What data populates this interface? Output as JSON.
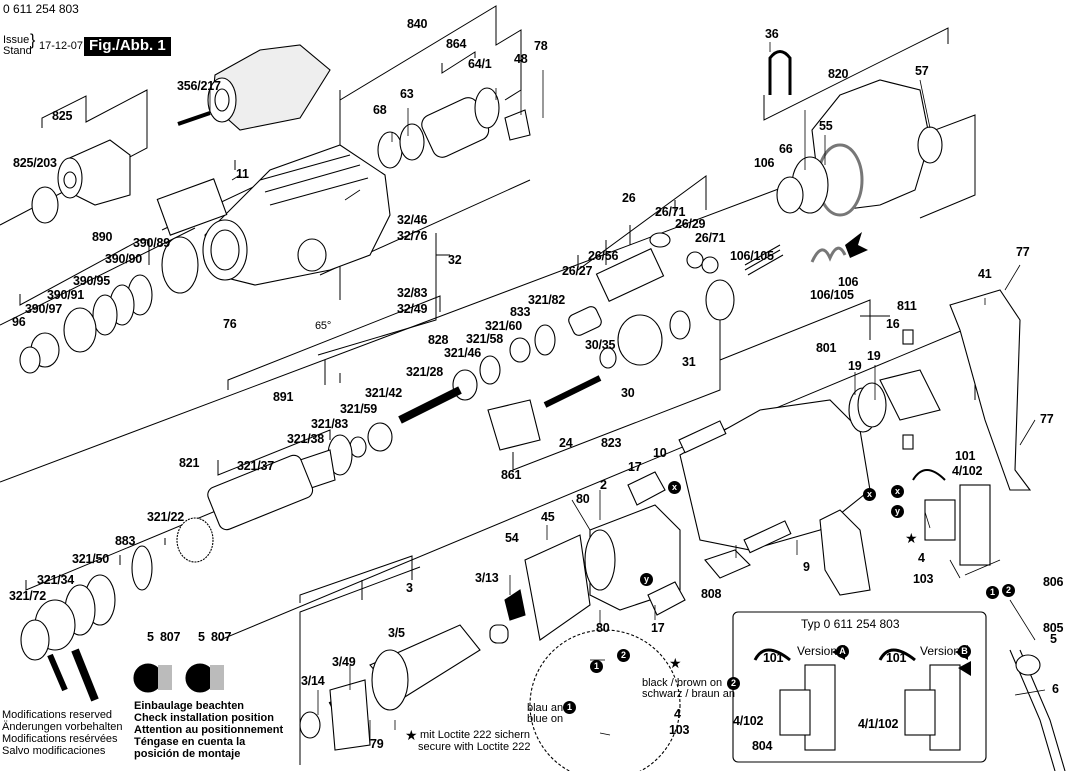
{
  "header": {
    "part_number": "0 611 254 803",
    "issue_label": "Issue",
    "stand_label": "Stand",
    "date": "17-12-07",
    "figure_label": "Fig./Abb. 1"
  },
  "callouts": {
    "c356_217": "356/217",
    "c825": "825",
    "c825_203": "825/203",
    "c840": "840",
    "c864": "864",
    "c64_1": "64/1",
    "c48": "48",
    "c78": "78",
    "c68": "68",
    "c63": "63",
    "c11": "11",
    "c36": "36",
    "c820": "820",
    "c57": "57",
    "c55": "55",
    "c66": "66",
    "c106a": "106",
    "c890": "890",
    "c390_89": "390/89",
    "c390_90": "390/90",
    "c390_95": "390/95",
    "c390_91": "390/91",
    "c390_97": "390/97",
    "c96": "96",
    "c76": "76",
    "c32_46": "32/46",
    "c32_76": "32/76",
    "c32": "32",
    "c32_83": "32/83",
    "c32_49": "32/49",
    "c65deg": "65°",
    "c26": "26",
    "c26_71a": "26/71",
    "c26_29": "26/29",
    "c26_71b": "26/71",
    "c26_56": "26/56",
    "c26_27": "26/27",
    "c106_105a": "106/105",
    "c106b": "106",
    "c106_105b": "106/105",
    "c77a": "77",
    "c41": "41",
    "c811": "811",
    "c16": "16",
    "c801": "801",
    "c19a": "19",
    "c19b": "19",
    "c77b": "77",
    "c828": "828",
    "c321_82": "321/82",
    "c833": "833",
    "c321_60": "321/60",
    "c321_58": "321/58",
    "c321_46": "321/46",
    "c321_28": "321/28",
    "c30_35": "30/35",
    "c31": "31",
    "c30": "30",
    "c891": "891",
    "c321_83": "321/83",
    "c321_38": "321/38",
    "c321_42": "321/42",
    "c321_59": "321/59",
    "c24": "24",
    "c823": "823",
    "c861": "861",
    "c10": "10",
    "c821": "821",
    "c321_37": "321/37",
    "c321_22": "321/22",
    "c883": "883",
    "c321_50": "321/50",
    "c321_34": "321/34",
    "c321_72": "321/72",
    "c17a": "17",
    "c80a": "80",
    "c2": "2",
    "c45": "45",
    "c54": "54",
    "c3_13": "3/13",
    "c80b": "80",
    "c17b": "17",
    "c808": "808",
    "c9": "9",
    "c101": "101",
    "c4_102": "4/102",
    "c4": "4",
    "c103": "103",
    "c806": "806",
    "c805": "805",
    "c5b": "5",
    "c6": "6",
    "c3": "3",
    "c3_5": "3/5",
    "c3_49": "3/49",
    "c3_14": "3/14",
    "c79": "79",
    "c5_1": "5",
    "c807_1": "807",
    "c5_2": "5",
    "c807_2": "807"
  },
  "badges": {
    "x": "x",
    "y": "y",
    "one": "1",
    "two": "2",
    "A": "A",
    "B": "B"
  },
  "detail": {
    "blue_de": "blau an",
    "blue_en": "blue on",
    "black_en": "black / brown on",
    "black_de": "schwarz / braun an",
    "c4": "4",
    "c103": "103",
    "loctite_de": "mit Loctite 222 sichern",
    "loctite_en": "secure with Loctite 222"
  },
  "versions": {
    "title": "Typ 0 611 254 803",
    "versionA": "Version",
    "versionB": "Version",
    "c101a": "101",
    "c101b": "101",
    "c4_102": "4/102",
    "c804": "804",
    "c4_1_102": "4/1/102"
  },
  "notes": {
    "modifications": [
      "Modifications reserved",
      "Änderungen vorbehalten",
      "Modifications resérvées",
      "Salvo modificaciones"
    ],
    "install": [
      "Einbaulage beachten",
      "Check installation position",
      "Attention au positionnement",
      "Téngase en cuenta la",
      "posición de montaje"
    ]
  }
}
